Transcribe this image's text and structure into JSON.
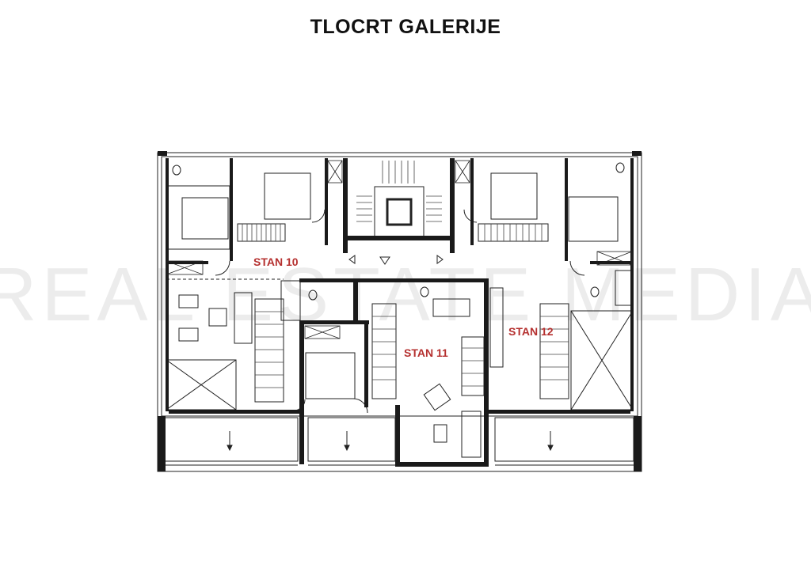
{
  "title": "TLOCRT GALERIJE",
  "apartments": [
    {
      "label": "STAN 10"
    },
    {
      "label": "STAN 11"
    },
    {
      "label": "STAN 12"
    }
  ],
  "watermark": "REAL ESTATE MEDIA",
  "colors": {
    "wall": "#1a1a1a",
    "line": "#222222",
    "label": "#b5302f",
    "watermark": "#ececec",
    "glass": "#7a7a7a"
  }
}
